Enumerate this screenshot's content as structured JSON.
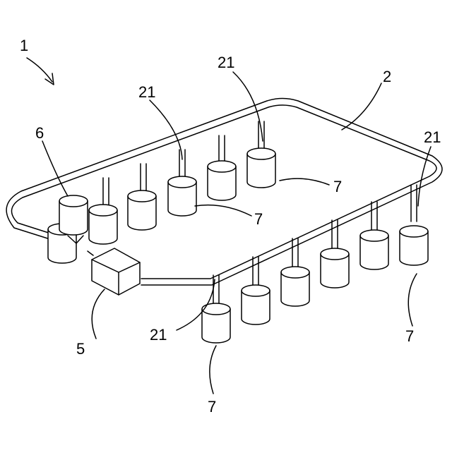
{
  "figure": {
    "labels": {
      "assembly": "1",
      "rail": "2",
      "controller": "5",
      "special_container": "6",
      "container": "7",
      "hanger": "21"
    }
  },
  "colors": {
    "line": "#000000",
    "background": "#ffffff"
  }
}
